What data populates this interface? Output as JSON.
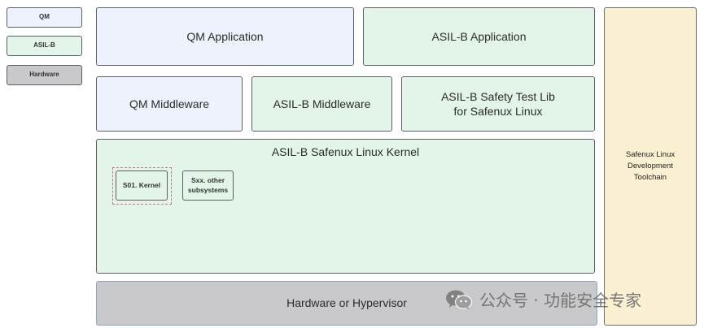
{
  "legend": {
    "qm": "QM",
    "asil_b": "ASIL-B",
    "hardware": "Hardware"
  },
  "layers": {
    "qm_application": "QM Application",
    "asil_b_application": "ASIL-B Application",
    "qm_middleware": "QM Middleware",
    "asil_b_middleware": "ASIL-B Middleware",
    "asil_b_safety_test_lib_line1": "ASIL-B Safety Test Lib",
    "asil_b_safety_test_lib_line2": "for Safenux Linux",
    "kernel_title": "ASIL-B Safenux Linux Kernel",
    "kernel_subsystem_1": "S01. Kernel",
    "kernel_subsystem_2_line1": "Sxx. other",
    "kernel_subsystem_2_line2": "subsystems",
    "hardware_or_hypervisor": "Hardware or Hypervisor"
  },
  "toolchain": {
    "line1": "Safenux Linux",
    "line2": "Development",
    "line3": "Toolchain"
  },
  "watermark": {
    "text": "公众号 · 功能安全专家",
    "icon": "wechat-icon"
  },
  "colors": {
    "qm": "#eef2fc",
    "asil_b": "#e3f5e8",
    "hardware": "#c9c9cb",
    "toolchain": "#fbf0d2"
  }
}
